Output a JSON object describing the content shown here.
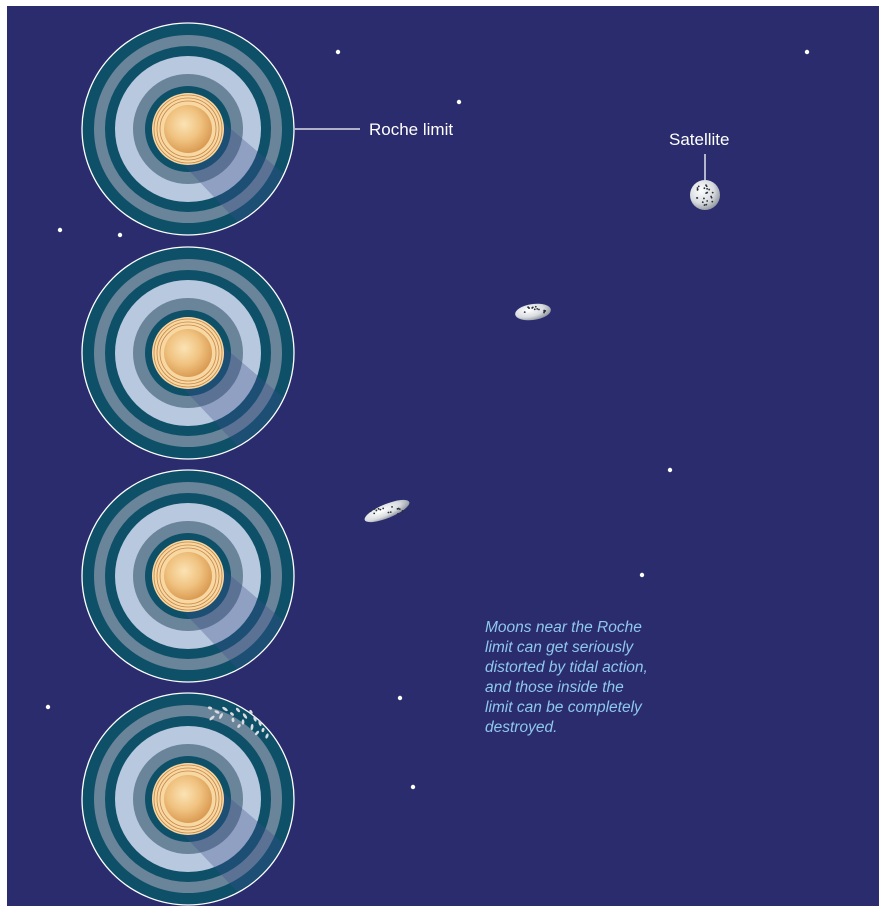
{
  "labels": {
    "roche_limit": "Roche limit",
    "satellite": "Satellite"
  },
  "caption_lines": [
    "Moons near the Roche",
    "limit can get seriously",
    "distorted by tidal action,",
    "and those inside the",
    "limit can be completely",
    "destroyed."
  ],
  "colors": {
    "background": "#2b2c6e",
    "caption": "#8fc8ec",
    "ring_dark": "#0e5068",
    "ring_mid": "#6a8499",
    "ring_light": "#b8c8de",
    "planet": "#f0c280",
    "moon": "#d9dce0"
  },
  "stages": [
    {
      "moon_state": "intact"
    },
    {
      "moon_state": "slightly-distorted"
    },
    {
      "moon_state": "seriously-distorted"
    },
    {
      "moon_state": "destroyed"
    }
  ]
}
